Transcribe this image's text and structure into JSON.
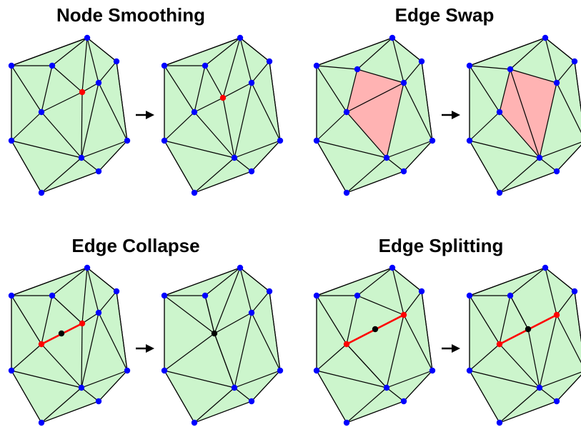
{
  "panels": [
    {
      "id": "node-smoothing",
      "title": "Node Smoothing"
    },
    {
      "id": "edge-swap",
      "title": "Edge Swap"
    },
    {
      "id": "edge-collapse",
      "title": "Edge Collapse"
    },
    {
      "id": "edge-splitting",
      "title": "Edge Splitting"
    }
  ],
  "colors": {
    "mesh_fill": "#ccf5cc",
    "highlight_fill": "#ffb3b3",
    "node": "#0000ff",
    "node_highlight": "#ff0000",
    "node_new": "#000000",
    "edge_highlight": "#ff0000"
  }
}
